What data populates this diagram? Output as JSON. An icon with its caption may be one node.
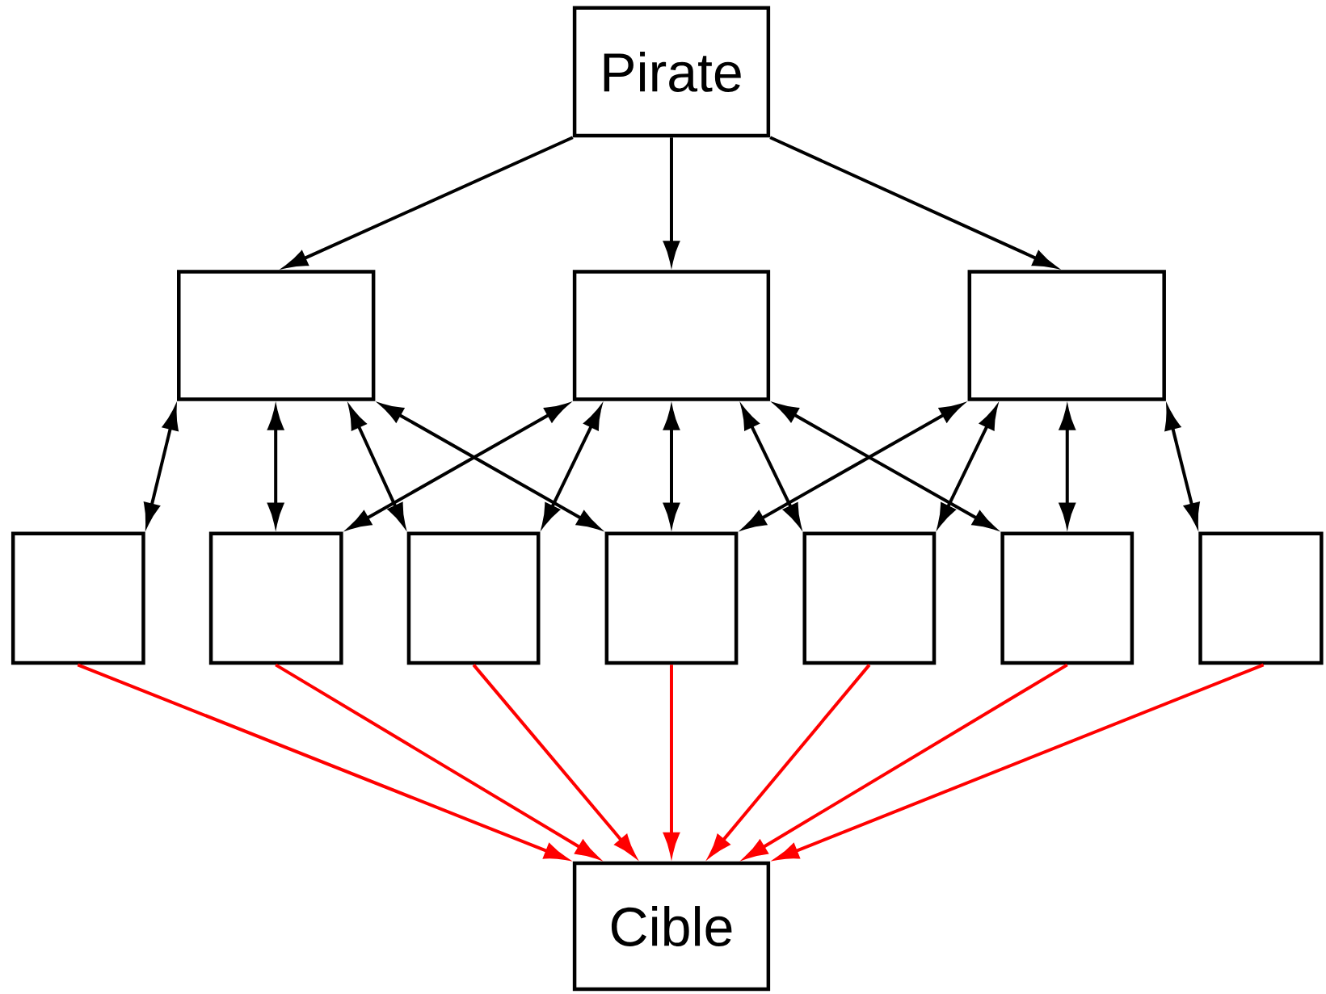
{
  "diagram": {
    "nodes": [
      {
        "text": [
          "Pirate"
        ]
      },
      {
        "text": [],
        "shape": "box"
      },
      {
        "text": [],
        "shape": "box"
      },
      {
        "text": [],
        "shape": "box"
      },
      {
        "text": [],
        "shape": "box"
      },
      {
        "text": [],
        "shape": "box"
      },
      {
        "text": [],
        "shape": "box"
      },
      {
        "text": [],
        "shape": "box"
      },
      {
        "text": [],
        "shape": "box"
      },
      {
        "text": [],
        "shape": "box"
      },
      {
        "text": [],
        "shape": "box"
      },
      {
        "text": [
          "Cible"
        ]
      }
    ],
    "edges": [
      {
        "from": 0,
        "to": 1,
        "arrow": "to"
      },
      {
        "from": 0,
        "to": 2,
        "arrow": "to"
      },
      {
        "from": 0,
        "to": 3,
        "arrow": "to"
      },
      {
        "from": 1,
        "to": 4,
        "arrow": "both"
      },
      {
        "from": 1,
        "to": 5,
        "arrow": "both"
      },
      {
        "from": 1,
        "to": 6,
        "arrow": "both"
      },
      {
        "from": 1,
        "to": 7,
        "arrow": "both"
      },
      {
        "from": 2,
        "to": 5,
        "arrow": "both"
      },
      {
        "from": 2,
        "to": 6,
        "arrow": "both"
      },
      {
        "from": 2,
        "to": 7,
        "arrow": "both"
      },
      {
        "from": 2,
        "to": 8,
        "arrow": "both"
      },
      {
        "from": 2,
        "to": 9,
        "arrow": "both"
      },
      {
        "from": 3,
        "to": 7,
        "arrow": "both"
      },
      {
        "from": 3,
        "to": 8,
        "arrow": "both"
      },
      {
        "from": 3,
        "to": 9,
        "arrow": "both"
      },
      {
        "from": 3,
        "to": 10,
        "arrow": "both"
      },
      {
        "from": 4,
        "to": 11,
        "arrow": "to",
        "color": "#ff0000"
      },
      {
        "from": 5,
        "to": 11,
        "arrow": "to",
        "color": "#ff0000"
      },
      {
        "from": 6,
        "to": 11,
        "arrow": "to",
        "color": "#ff0000"
      },
      {
        "from": 7,
        "to": 11,
        "arrow": "to",
        "color": "#ff0000"
      },
      {
        "from": 8,
        "to": 11,
        "arrow": "to",
        "color": "#ff0000"
      },
      {
        "from": 9,
        "to": 11,
        "arrow": "to",
        "color": "#ff0000"
      },
      {
        "from": 10,
        "to": 11,
        "arrow": "to",
        "color": "#ff0000"
      }
    ]
  }
}
